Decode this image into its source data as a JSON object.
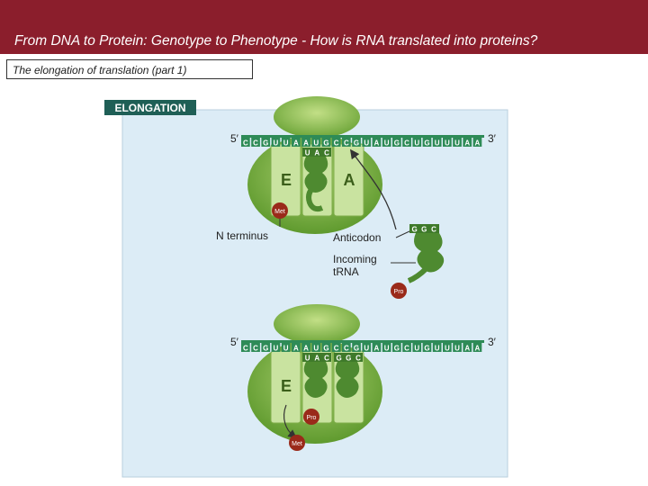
{
  "header": {
    "title": "From DNA to Protein: Genotype to Phenotype - How is RNA translated into proteins?",
    "subtitle": "The elongation of translation (part 1)"
  },
  "figure": {
    "badge": "ELONGATION",
    "colors": {
      "banner": "#8b1e2c",
      "panel": "#dcecf6",
      "ribosome_dark": "#5f9a2e",
      "ribosome_light": "#a9cf6e",
      "mrna": "#2e8b57",
      "amino_acid": "#9a2a1a"
    },
    "top": {
      "five_prime": "5′",
      "three_prime": "3′",
      "mrna_bases": [
        "C",
        "C",
        "G",
        "U",
        "U",
        "A",
        "A",
        "U",
        "G",
        "C",
        "C",
        "G",
        "U",
        "A",
        "U",
        "G",
        "C",
        "U",
        "G",
        "U",
        "U",
        "U",
        "A",
        "A"
      ],
      "codon_anticodon": [
        "U",
        "A",
        "C"
      ],
      "site_e": "E",
      "site_a": "A",
      "met": "Met",
      "n_terminus": "N terminus",
      "anticodon_label": "Anticodon",
      "incoming_label_1": "Incoming",
      "incoming_label_2": "tRNA",
      "incoming_anticodon": [
        "G",
        "G",
        "C"
      ],
      "pro": "Pro"
    },
    "bottom": {
      "five_prime": "5′",
      "three_prime": "3′",
      "mrna_bases": [
        "C",
        "C",
        "G",
        "U",
        "U",
        "A",
        "A",
        "U",
        "G",
        "C",
        "C",
        "G",
        "U",
        "A",
        "U",
        "G",
        "C",
        "U",
        "G",
        "U",
        "U",
        "U",
        "A",
        "A"
      ],
      "anticodon_1": [
        "U",
        "A",
        "C"
      ],
      "anticodon_2": [
        "G",
        "G",
        "C"
      ],
      "site_e": "E",
      "pro": "Pro",
      "met": "Met"
    }
  }
}
